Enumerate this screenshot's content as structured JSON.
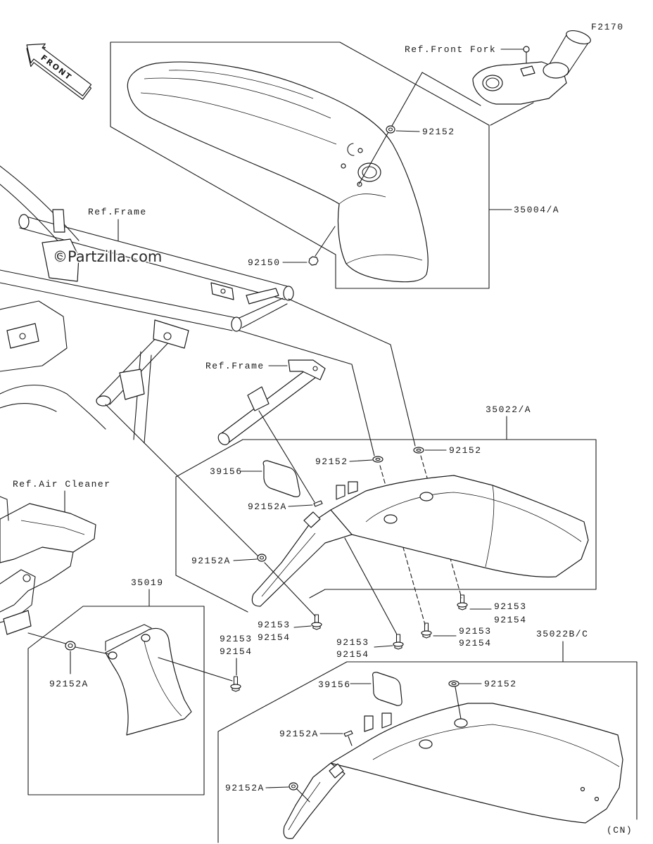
{
  "figure_code": "F2170",
  "front_arrow_label": "FRONT",
  "watermark": "©Partzilla.com",
  "region_note": "(CN)",
  "references": {
    "front_fork": "Ref.Front Fork",
    "frame_upper": "Ref.Frame",
    "frame_lower": "Ref.Frame",
    "air_cleaner": "Ref.Air Cleaner"
  },
  "front_fender": {
    "assembly_no": "35004/A",
    "callouts": [
      "92152",
      "92150"
    ]
  },
  "rear_fender_a": {
    "assembly_no": "35022/A",
    "callouts": [
      "92152",
      "92152",
      "39156",
      "92152A",
      "92152A"
    ],
    "bolt_pairs": [
      [
        "92153",
        "92154"
      ],
      [
        "92153",
        "92154"
      ],
      [
        "92153",
        "92154"
      ],
      [
        "92153",
        "92154"
      ]
    ]
  },
  "mud_flap": {
    "assembly_no": "35019",
    "callouts": [
      "92152A"
    ],
    "bolt_pairs": [
      [
        "92153",
        "92154"
      ]
    ]
  },
  "rear_fender_bc": {
    "assembly_no": "35022B/C",
    "callouts": [
      "39156",
      "92152",
      "92152A",
      "92152A"
    ]
  }
}
